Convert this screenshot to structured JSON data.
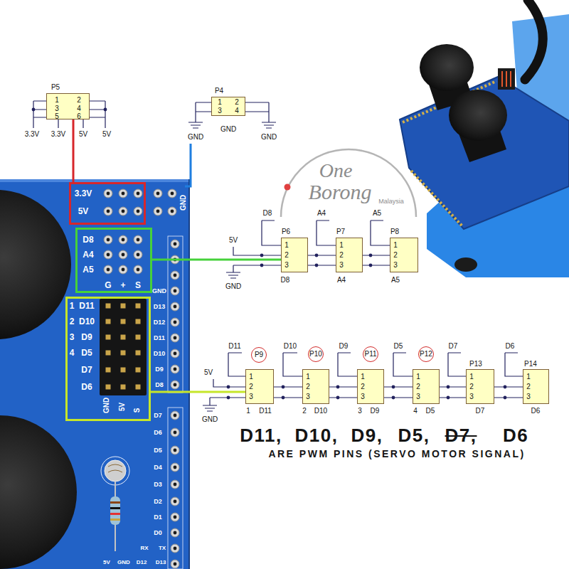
{
  "diagram": {
    "nodes": [
      {
        "text": [
          "P5",
          "1",
          "2",
          "3",
          "4",
          "5",
          "6"
        ]
      },
      {
        "text": [
          "P4",
          "1",
          "2",
          "3",
          "4"
        ]
      },
      {
        "text": [
          "3.3V",
          "5V"
        ]
      },
      {
        "text": [
          "D8",
          "A4",
          "A5",
          "G",
          "+",
          "S"
        ]
      },
      {
        "text": [
          "P6",
          "1",
          "2",
          "3"
        ]
      },
      {
        "text": [
          "P7",
          "1",
          "2",
          "3"
        ]
      },
      {
        "text": [
          "P8",
          "1",
          "2",
          "3"
        ]
      },
      {
        "text": [
          "1",
          "D11",
          "2",
          "D10",
          "3",
          "D9",
          "4",
          "D5",
          "D7",
          "D6",
          "GND",
          "5V",
          "S"
        ]
      },
      {
        "text": [
          "P9",
          "1",
          "2",
          "3"
        ]
      },
      {
        "text": [
          "P10",
          "1",
          "2",
          "3"
        ]
      },
      {
        "text": [
          "P11",
          "1",
          "2",
          "3"
        ]
      },
      {
        "text": [
          "P12",
          "1",
          "2",
          "3"
        ]
      },
      {
        "text": [
          "P13",
          "1",
          "2",
          "3"
        ]
      },
      {
        "text": [
          "P14",
          "1",
          "2",
          "3"
        ]
      }
    ],
    "edges": [
      {
        "from": 0,
        "to": 2,
        "arrow": "none"
      },
      {
        "from": 3,
        "to": 4,
        "arrow": "none"
      },
      {
        "from": 7,
        "to": 8,
        "arrow": "none"
      },
      {
        "from": 4,
        "to": 5,
        "arrow": "none"
      },
      {
        "from": 4,
        "to": 5,
        "arrow": "none"
      },
      {
        "from": 5,
        "to": 6,
        "arrow": "none"
      },
      {
        "from": 5,
        "to": 6,
        "arrow": "none"
      },
      {
        "from": 8,
        "to": 9,
        "arrow": "none"
      },
      {
        "from": 8,
        "to": 9,
        "arrow": "none"
      },
      {
        "from": 9,
        "to": 10,
        "arrow": "none"
      },
      {
        "from": 9,
        "to": 10,
        "arrow": "none"
      },
      {
        "from": 10,
        "to": 11,
        "arrow": "none"
      },
      {
        "from": 10,
        "to": 11,
        "arrow": "none"
      },
      {
        "from": 11,
        "to": 12,
        "arrow": "none"
      },
      {
        "from": 11,
        "to": 12,
        "arrow": "none"
      },
      {
        "from": 12,
        "to": 13,
        "arrow": "none"
      },
      {
        "from": 12,
        "to": 13,
        "arrow": "none"
      }
    ],
    "labels": [
      "3.3V",
      "3.3V",
      "5V",
      "5V",
      "GND",
      "GND",
      "GND",
      "D8",
      "A4",
      "A5",
      "5V",
      "GND",
      "D8",
      "A4",
      "A5",
      "D11",
      "D10",
      "D9",
      "D5",
      "D7",
      "D6",
      "5V",
      "GND",
      "1",
      "D11",
      "2",
      "D10",
      "3",
      "D9",
      "4",
      "D5",
      "D7",
      "D6",
      "D11,",
      "D10,",
      "D9,",
      "D5,",
      "D7,",
      "D6",
      "ARE PWM PINS (SERVO MOTOR SIGNAL)",
      "One",
      "Borong",
      "Malaysia",
      "GND",
      "GND",
      "D13",
      "D12",
      "D11",
      "D10",
      "D9",
      "D8",
      "D7",
      "D6",
      "D5",
      "D4",
      "D3",
      "D2",
      "D1",
      "D0",
      "RX",
      "TX",
      "5V",
      "GND",
      "D12",
      "D13"
    ]
  }
}
